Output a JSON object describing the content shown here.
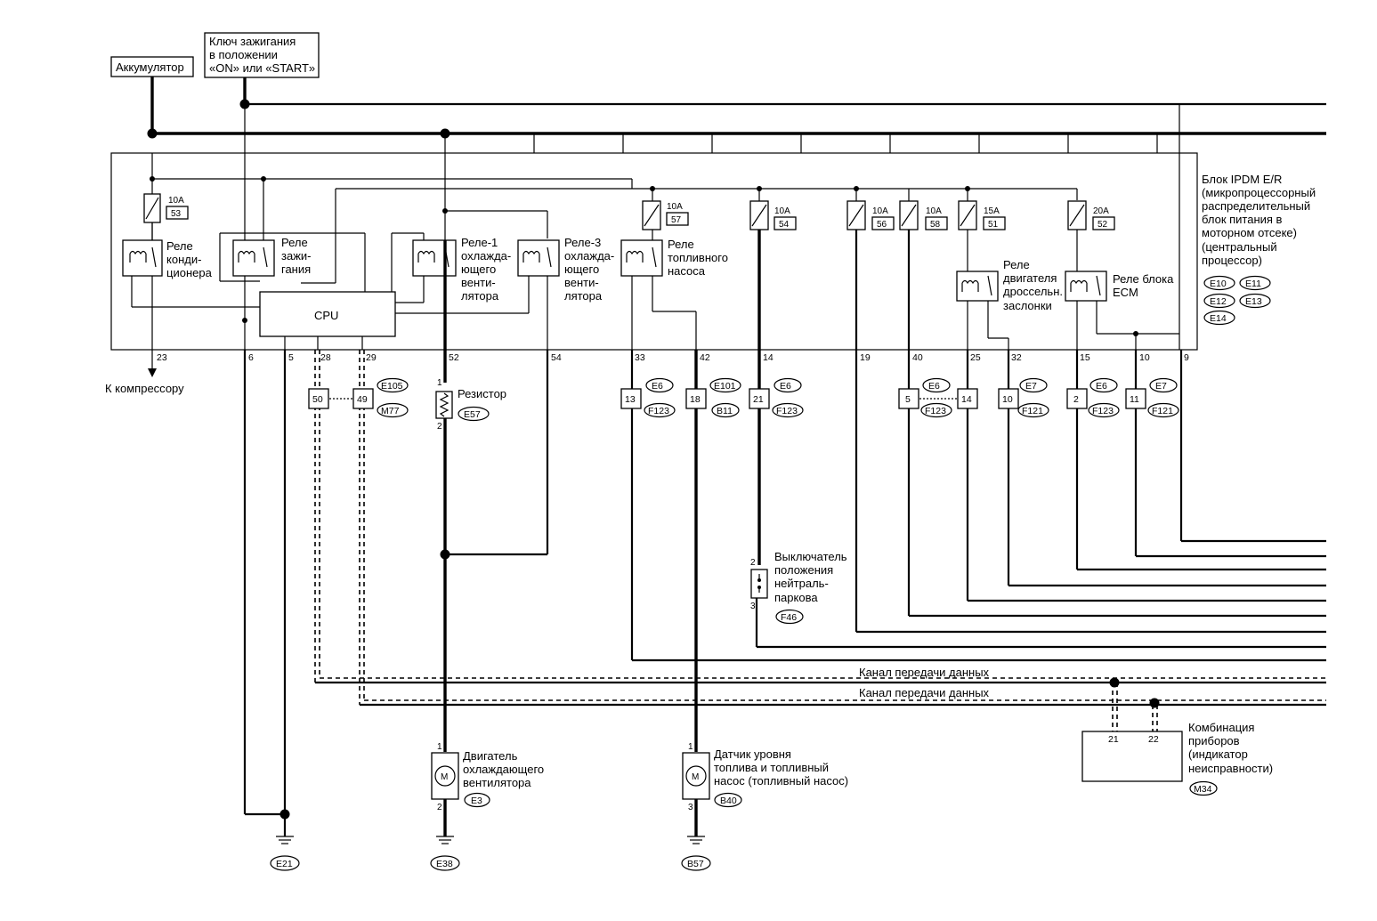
{
  "power": {
    "battery": "Аккумулятор",
    "ignition": [
      "Ключ зажигания",
      "в положении",
      "«ON» или «START»"
    ]
  },
  "ipdm": {
    "title": [
      "Блок IPDM E/R",
      "(микропроцессорный",
      "распределительный",
      "блок питания в",
      "моторном отсеке)",
      "(центральный",
      "процессор)"
    ],
    "connectors": [
      "E10",
      "E11",
      "E12",
      "E13",
      "E14"
    ],
    "cpu": "CPU"
  },
  "fuses": [
    {
      "amp": "10A",
      "num": "53"
    },
    {
      "amp": "10A",
      "num": "57"
    },
    {
      "amp": "10A",
      "num": "54"
    },
    {
      "amp": "10A",
      "num": "56"
    },
    {
      "amp": "10A",
      "num": "58"
    },
    {
      "amp": "15A",
      "num": "51"
    },
    {
      "amp": "20A",
      "num": "52"
    }
  ],
  "relays": {
    "ac": [
      "Реле",
      "конди-",
      "ционера"
    ],
    "ign": [
      "Реле",
      "зажи-",
      "гания"
    ],
    "fan1": [
      "Реле-1",
      "охлажда-",
      "ющего",
      "венти-",
      "лятора"
    ],
    "fan3": [
      "Реле-3",
      "охлажда-",
      "ющего",
      "венти-",
      "лятора"
    ],
    "fuel": [
      "Реле",
      "топливного",
      "насоса"
    ],
    "throttle": [
      "Реле",
      "двигателя",
      "дроссельн.",
      "заслонки"
    ],
    "ecm": [
      "Реле блока",
      "ECM"
    ]
  },
  "pins": [
    "23",
    "6",
    "5",
    "28",
    "29",
    "52",
    "54",
    "33",
    "42",
    "14",
    "19",
    "40",
    "25",
    "32",
    "15",
    "10",
    "9"
  ],
  "compressor": "К компрессору",
  "interconnect": {
    "pins": [
      "50",
      "49",
      "13",
      "18",
      "21",
      "5",
      "14",
      "10",
      "2",
      "11"
    ],
    "connectors": [
      "E105",
      "M77",
      "E6",
      "F123",
      "E101",
      "B11",
      "E6",
      "F123",
      "E6",
      "F123",
      "E7",
      "F121",
      "E6",
      "F123",
      "E7",
      "F121"
    ]
  },
  "resistor": {
    "label": "Резистор",
    "conn": "E57",
    "p1": "1",
    "p2": "2"
  },
  "neutral_switch": {
    "label": [
      "Выключатель",
      "положения",
      "нейтраль-",
      "паркова"
    ],
    "conn": "F46",
    "p1": "2",
    "p2": "3"
  },
  "can": {
    "line1": "Канал передачи данных",
    "line2": "Канал передачи данных"
  },
  "combination": {
    "label": [
      "Комбинация",
      "приборов",
      "(индикатор",
      "неисправности)"
    ],
    "conn": "M34",
    "p1": "21",
    "p2": "22"
  },
  "fan_motor": {
    "label": [
      "Двигатель",
      "охлаждающего",
      "вентилятора"
    ],
    "conn": "E3",
    "p1": "1",
    "p2": "2",
    "symbol": "M"
  },
  "fuel_pump": {
    "label": [
      "Датчик уровня",
      "топлива и топливный",
      "насос (топливный насос)"
    ],
    "conn": "B40",
    "p1": "1",
    "p2": "3",
    "symbol": "M"
  },
  "grounds": [
    "E21",
    "E38",
    "B57"
  ]
}
